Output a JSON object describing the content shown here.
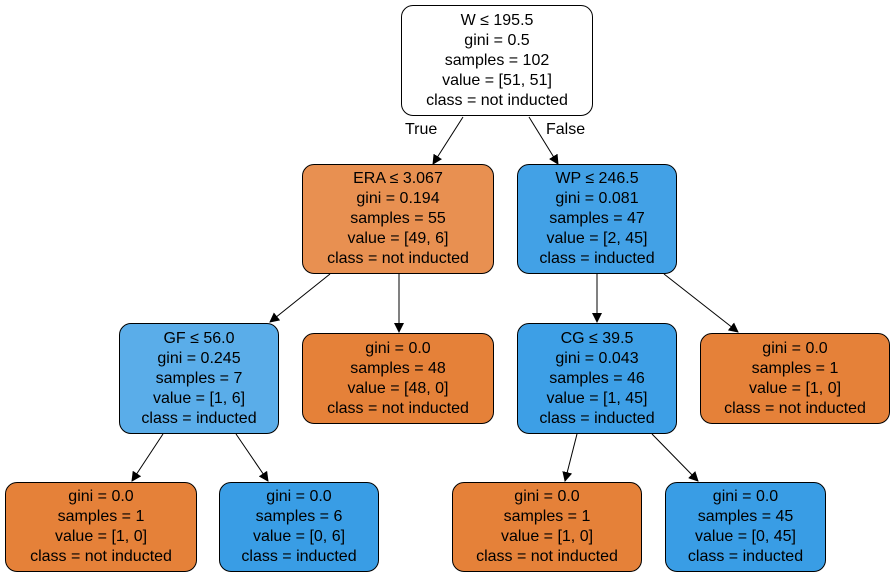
{
  "edge_labels": {
    "true_label": "True",
    "false_label": "False"
  },
  "nodes": {
    "root": {
      "split": "W ≤ 195.5",
      "gini": "gini = 0.5",
      "samples": "samples = 102",
      "value": "value = [51, 51]",
      "class": "class = not inducted",
      "color": "#ffffff"
    },
    "n1": {
      "split": "ERA ≤ 3.067",
      "gini": "gini = 0.194",
      "samples": "samples = 55",
      "value": "value = [49, 6]",
      "class": "class = not inducted",
      "color": "#e89051"
    },
    "n2": {
      "split": "WP ≤ 246.5",
      "gini": "gini = 0.081",
      "samples": "samples = 47",
      "value": "value = [2, 45]",
      "class": "class = inducted",
      "color": "#42a1e6"
    },
    "n3": {
      "split": "GF ≤ 56.0",
      "gini": "gini = 0.245",
      "samples": "samples = 7",
      "value": "value = [1, 6]",
      "class": "class = inducted",
      "color": "#5aade9"
    },
    "n4": {
      "gini": "gini = 0.0",
      "samples": "samples = 48",
      "value": "value = [48, 0]",
      "class": "class = not inducted",
      "color": "#e58139"
    },
    "n5": {
      "split": "CG ≤ 39.5",
      "gini": "gini = 0.043",
      "samples": "samples = 46",
      "value": "value = [1, 45]",
      "class": "class = inducted",
      "color": "#3d9fe6"
    },
    "n6": {
      "gini": "gini = 0.0",
      "samples": "samples = 1",
      "value": "value = [1, 0]",
      "class": "class = not inducted",
      "color": "#e58139"
    },
    "n7": {
      "gini": "gini = 0.0",
      "samples": "samples = 1",
      "value": "value = [1, 0]",
      "class": "class = not inducted",
      "color": "#e58139"
    },
    "n8": {
      "gini": "gini = 0.0",
      "samples": "samples = 6",
      "value": "value = [0, 6]",
      "class": "class = inducted",
      "color": "#399de5"
    },
    "n9": {
      "gini": "gini = 0.0",
      "samples": "samples = 1",
      "value": "value = [1, 0]",
      "class": "class = not inducted",
      "color": "#e58139"
    },
    "n10": {
      "gini": "gini = 0.0",
      "samples": "samples = 45",
      "value": "value = [0, 45]",
      "class": "class = inducted",
      "color": "#399de5"
    }
  }
}
